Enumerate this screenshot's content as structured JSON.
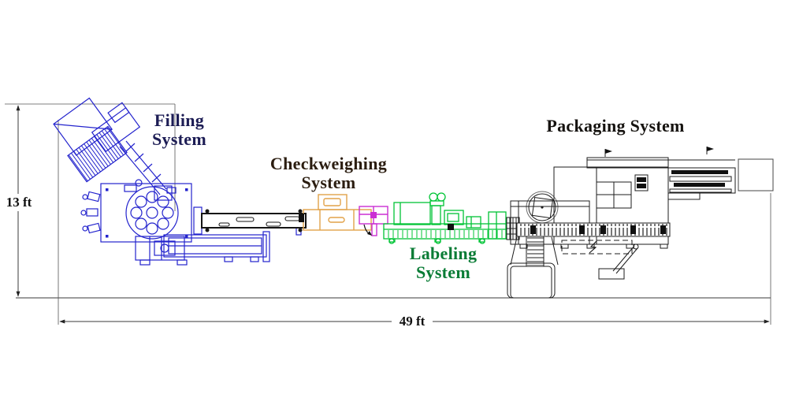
{
  "diagram": {
    "type": "equipment-layout",
    "systems": [
      {
        "name": "Filling System",
        "label_color": "#1d1d55",
        "drawing_color": "#2323cd"
      },
      {
        "name": "Checkweighing System",
        "label_color": "#2b1d10",
        "drawing_color": "#e2a249"
      },
      {
        "name": "Labeling System",
        "label_color": "#0a7c36",
        "drawing_color": "#00c435"
      },
      {
        "name": "Packaging System",
        "label_color": "#15120f",
        "drawing_color": "#1c1c1c"
      }
    ],
    "reject_station_color": "#cb2fd3",
    "dimensions": {
      "height": {
        "label": "13 ft"
      },
      "length": {
        "label": "49 ft"
      }
    }
  }
}
